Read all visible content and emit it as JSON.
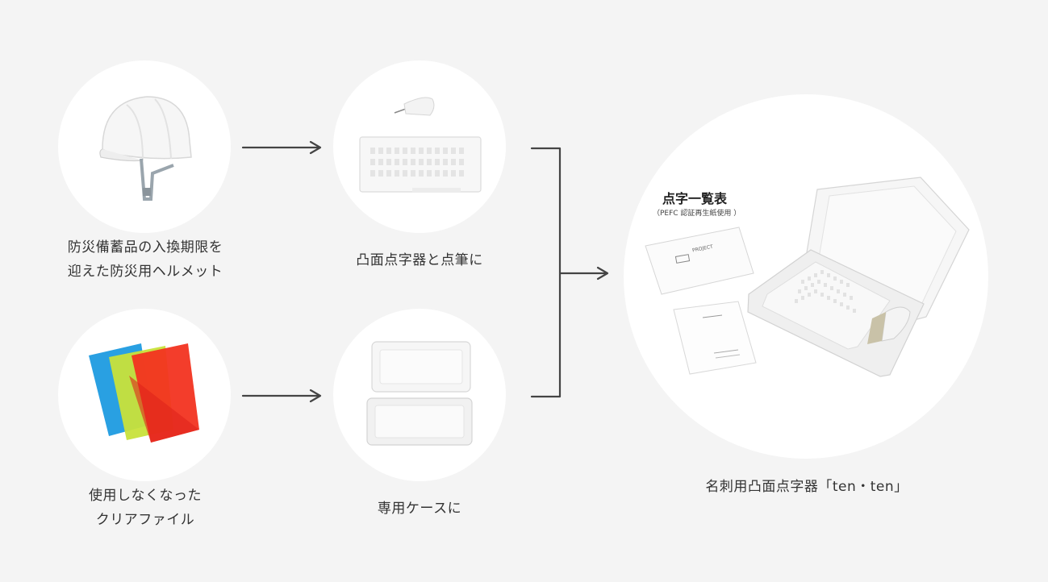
{
  "sources": {
    "helmet_label_line1": "防災備蓄品の入換期限を",
    "helmet_label_line2": "迎えた防災用ヘルメット",
    "files_label_line1": "使用しなくなった",
    "files_label_line2": "クリアファイル"
  },
  "intermediates": {
    "braille_label": "凸面点字器と点筆に",
    "case_label": "専用ケースに"
  },
  "product": {
    "label": "名刺用凸面点字器「ten・ten」",
    "card_title": "点字一覧表",
    "card_subtitle": "（PEFC 認証再生紙使用 ）",
    "envelope_text": "PROJECT"
  },
  "colors": {
    "background": "#f4f4f4",
    "circle": "#ffffff",
    "arrow": "#444444",
    "file_blue": "#1e9be0",
    "file_yellow": "#c8e23a",
    "file_red": "#f23320"
  }
}
